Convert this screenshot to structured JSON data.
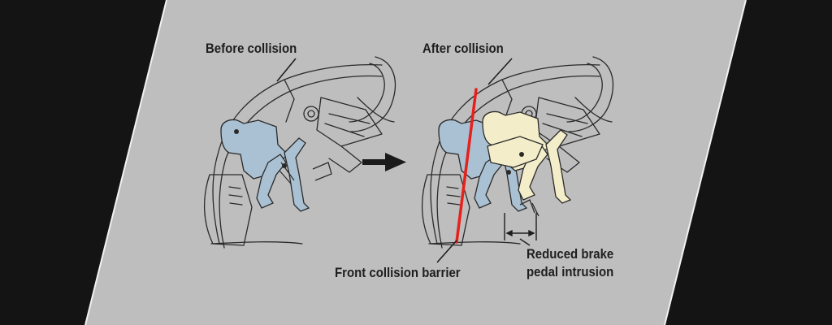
{
  "colors": {
    "background": "#141414",
    "panel": "#bebebe",
    "panel_border": "#f2f2f2",
    "line": "#2a2a2a",
    "pedal_original": "#a9c1d3",
    "pedal_displaced": "#f3edc9",
    "barrier": "#e8201c",
    "arrow": "#1a1a1a"
  },
  "labels": {
    "before": "Before collision",
    "after": "After collision",
    "barrier": "Front collision barrier",
    "reduced_line1": "Reduced brake",
    "reduced_line2": "pedal intrusion"
  },
  "icons": {
    "arrow": "right-arrow-icon"
  }
}
